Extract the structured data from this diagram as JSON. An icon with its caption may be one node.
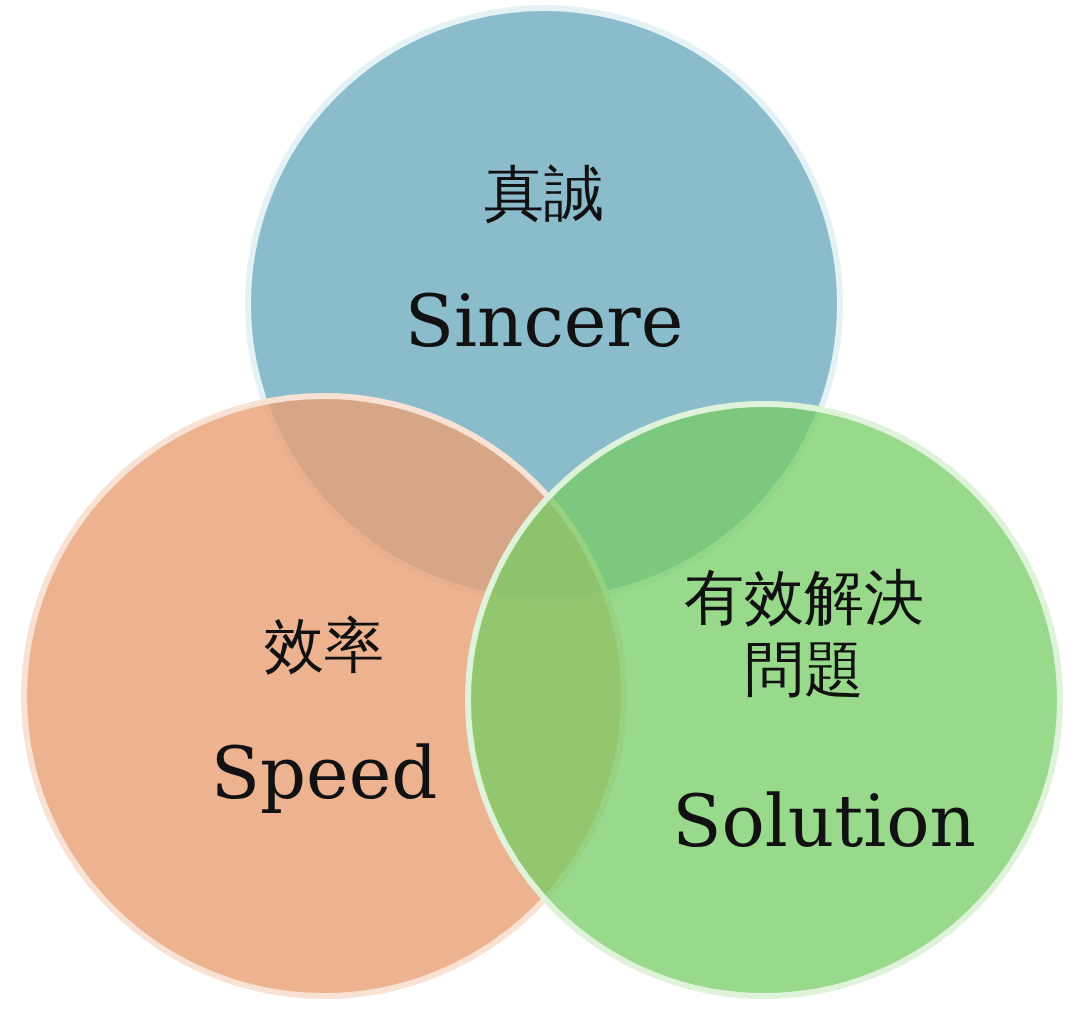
{
  "diagram": {
    "nodes": [
      {
        "text": [
          "真誠",
          "Sincere"
        ]
      },
      {
        "text": [
          "效率",
          "Speed"
        ]
      },
      {
        "text": [
          "有效解決問題",
          "Solution"
        ]
      }
    ]
  }
}
